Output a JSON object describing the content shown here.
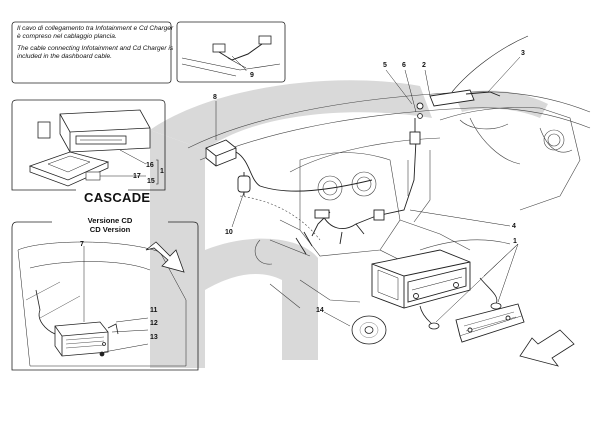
{
  "note": {
    "italian": "Il cavo di collegamento tra Infotainment e Cd Charger è compreso nel cablaggio plancia.",
    "english": "The cable connecting Infotainment and Cd Charger is included in the dashboard cable."
  },
  "labels": {
    "cascade": "CASCADE",
    "version_it": "Versione CD",
    "version_en": "CD Version"
  },
  "callouts": {
    "c1a": "1",
    "c1b": "1",
    "c2": "2",
    "c3": "3",
    "c4": "4",
    "c5": "5",
    "c6": "6",
    "c7": "7",
    "c8": "8",
    "c9": "9",
    "c10": "10",
    "c11": "11",
    "c12": "12",
    "c13": "13",
    "c14": "14",
    "c15": "15",
    "c16": "16",
    "c17": "17"
  },
  "colors": {
    "line": "#222222",
    "watermark": "#d9d9d9",
    "paper": "#ffffff"
  }
}
